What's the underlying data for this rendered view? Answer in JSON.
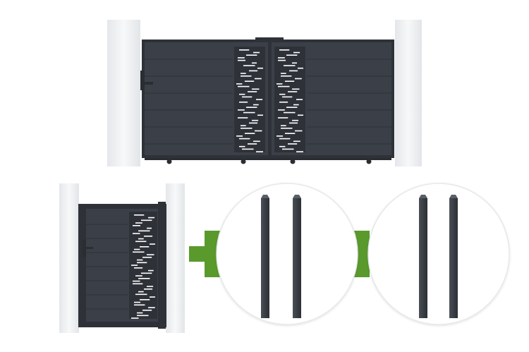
{
  "product_set": {
    "items": [
      {
        "name": "sliding-gate",
        "icon": "gate-icon"
      },
      {
        "name": "pedestrian-gate",
        "icon": "gate-icon"
      },
      {
        "name": "gate-post-pair",
        "icon": "post-icon"
      },
      {
        "name": "gate-post-pair",
        "icon": "post-icon"
      }
    ],
    "separator_icon": "plus-icon"
  },
  "colors": {
    "gate_panel": "#3b4048",
    "gate_frame": "#2e3238",
    "slot": "#ffffff",
    "pillar": "#eef0f2",
    "plus": "#5a9a2c",
    "post": "#3d4148",
    "circle_edge": "#e6e8ea"
  }
}
